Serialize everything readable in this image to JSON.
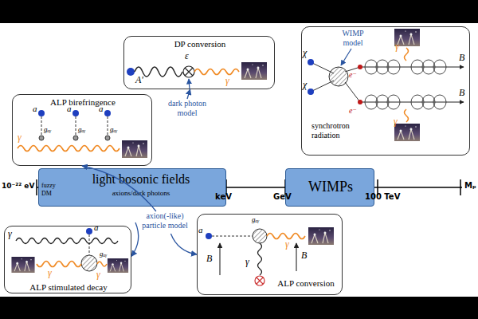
{
  "diagram": {
    "nodes": [
      {
        "text": [
          "ALP birefringence"
        ]
      },
      {
        "text": [
          "DP conversion"
        ]
      },
      {
        "text": [
          "synchrotron radiation"
        ]
      },
      {
        "text": [
          "WIMP model"
        ],
        "in": 2
      },
      {
        "text": [
          "dark photon model"
        ]
      },
      {
        "text": [
          "light bosonic fields",
          "axions/dark photons",
          "fuzzy DM"
        ]
      },
      {
        "text": [
          "WIMPs"
        ]
      },
      {
        "text": [
          "axion(-like) particle model"
        ]
      },
      {
        "text": [
          "ALP stimulated decay"
        ]
      },
      {
        "text": [
          "ALP conversion"
        ]
      }
    ],
    "edges": [
      {
        "from": 4,
        "to": 1,
        "arrow": "to"
      },
      {
        "from": 7,
        "to": 0,
        "arrow": "to"
      },
      {
        "from": 7,
        "to": 8,
        "arrow": "to"
      },
      {
        "from": 7,
        "to": 9,
        "arrow": "to"
      }
    ],
    "labels": [
      "10⁻²² eV",
      "keV",
      "GeV",
      "100 TeV",
      "Mₚ",
      "a",
      "gₐᵧ",
      "a",
      "gₐᵧ",
      "a",
      "gₐᵧ",
      "γ",
      "A'",
      "ε",
      "γ",
      "χ",
      "χ",
      "e⁻",
      "e⁻",
      "γ",
      "γ",
      "B⃗",
      "B⃗",
      "γ",
      "a",
      "gₐᵧ",
      "γ",
      "γ",
      "a",
      "gₐᵧ",
      "B⃗",
      "B⃗",
      "γ",
      "γ"
    ]
  }
}
